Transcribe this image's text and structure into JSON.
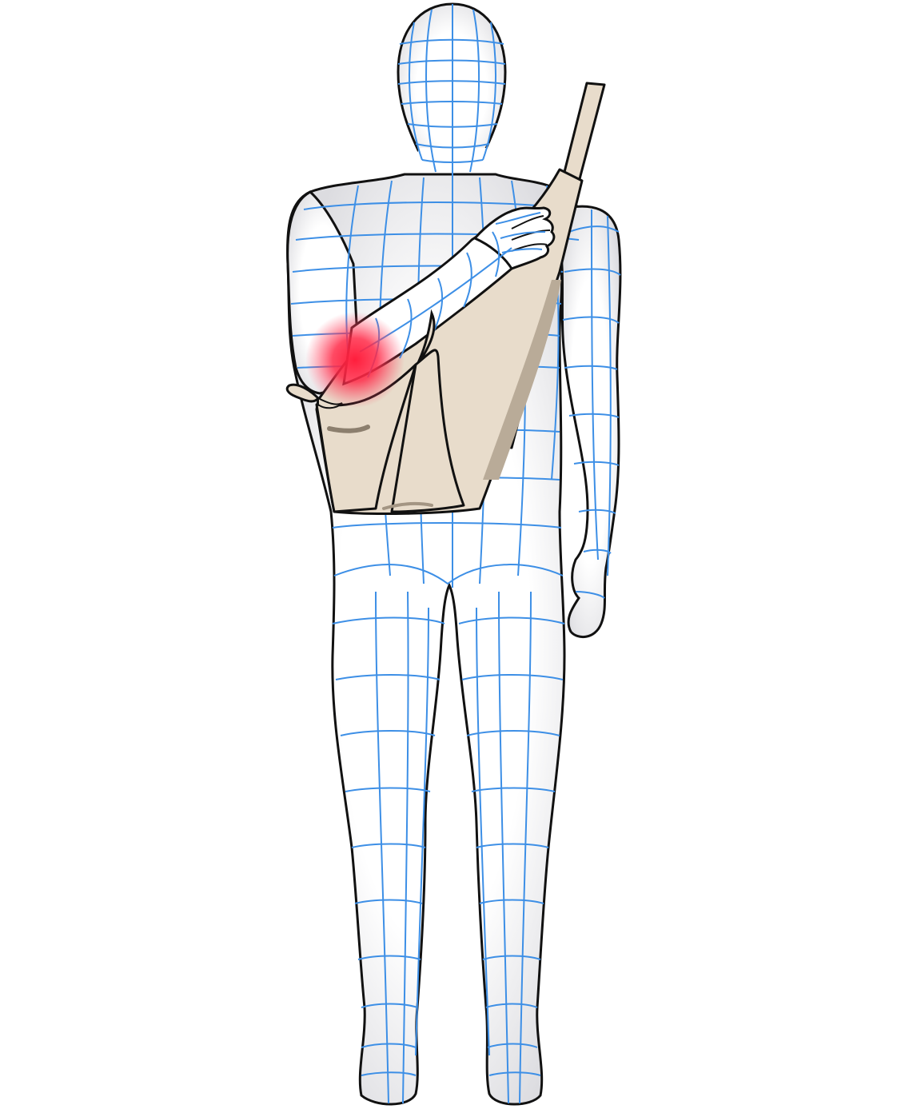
{
  "image": {
    "subject": "mannequin-figure-arm-sling",
    "background_color": "#ffffff",
    "colors": {
      "body_fill": "#ffffff",
      "body_shade": "#e4e4e6",
      "outline": "#111111",
      "grid_line": "#3d8fe6",
      "sling_fill": "#e8dccb",
      "sling_shadow": "#b9ab98",
      "pain_highlight": "#ff1e3c"
    },
    "elements": [
      "head",
      "torso",
      "left-arm-hanging",
      "right-arm-in-sling",
      "right-hand",
      "legs",
      "feet",
      "arm-sling",
      "sling-strap",
      "sling-knot",
      "elbow-pain-highlight"
    ]
  }
}
